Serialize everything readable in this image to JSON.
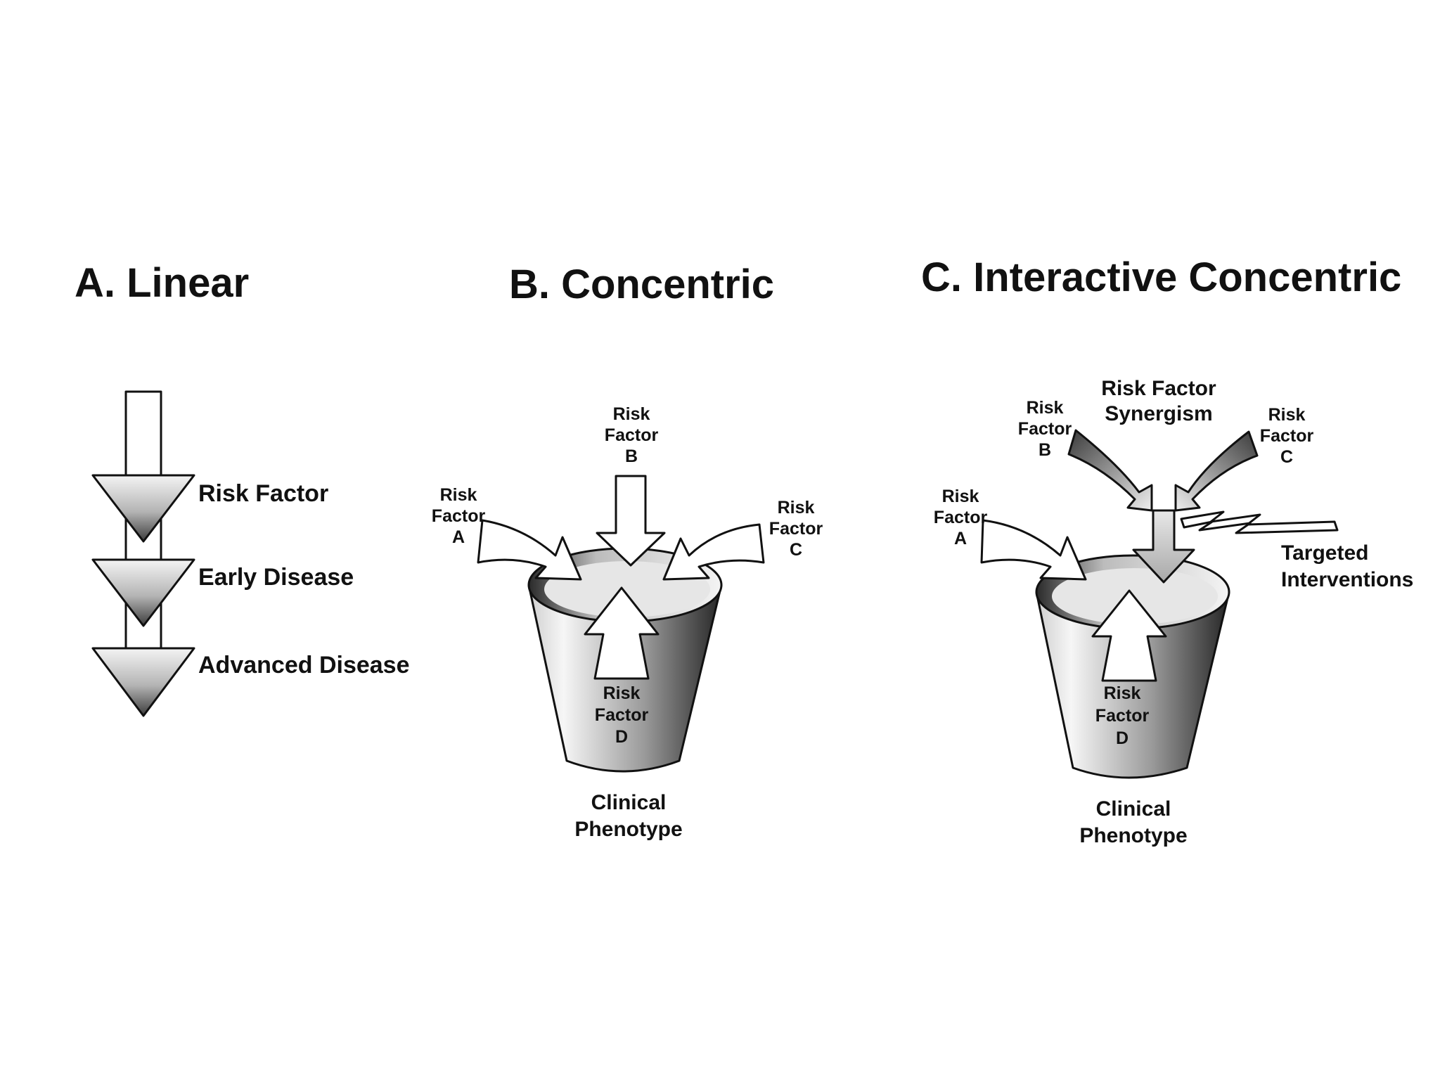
{
  "panel_a": {
    "title": "A. Linear",
    "stages": [
      "Risk Factor",
      "Early Disease",
      "Advanced Disease"
    ]
  },
  "panel_b": {
    "title": "B. Concentric",
    "factor_a": [
      "Risk",
      "Factor",
      "A"
    ],
    "factor_b": [
      "Risk",
      "Factor",
      "B"
    ],
    "factor_c": [
      "Risk",
      "Factor",
      "C"
    ],
    "factor_d": [
      "Risk",
      "Factor",
      "D"
    ],
    "phenotype": [
      "Clinical",
      "Phenotype"
    ]
  },
  "panel_c": {
    "title": "C. Interactive Concentric",
    "factor_a": [
      "Risk",
      "Factor",
      "A"
    ],
    "factor_b": [
      "Risk",
      "Factor",
      "B"
    ],
    "factor_c": [
      "Risk",
      "Factor",
      "C"
    ],
    "factor_d": [
      "Risk",
      "Factor",
      "D"
    ],
    "synergism": [
      "Risk Factor",
      "Synergism"
    ],
    "interventions": [
      "Targeted",
      "Interventions"
    ],
    "phenotype": [
      "Clinical",
      "Phenotype"
    ]
  }
}
